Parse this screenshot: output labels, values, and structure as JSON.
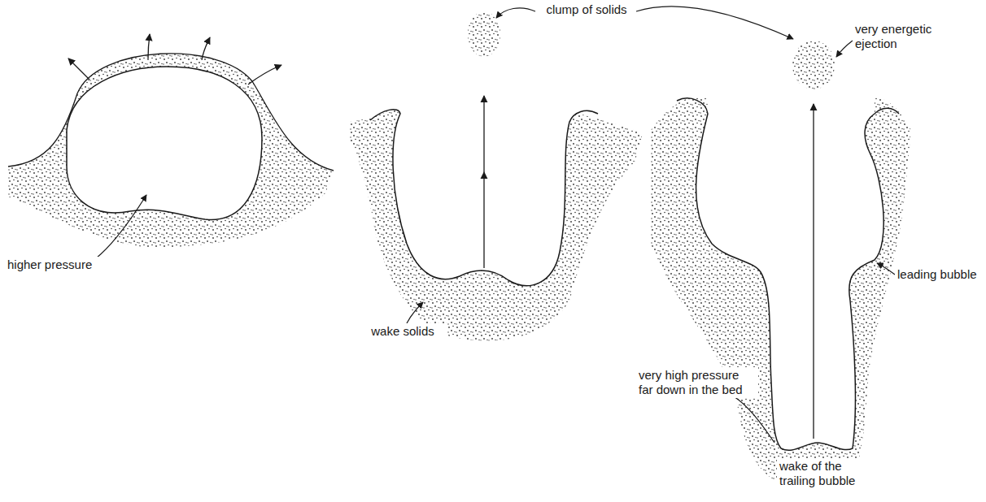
{
  "diagram": {
    "labels": [
      "clump of solids",
      "very energetic ejection",
      "higher pressure",
      "leading bubble",
      "wake solids",
      "very high pressure far down in the bed",
      "wake of the trailing bubble"
    ]
  }
}
